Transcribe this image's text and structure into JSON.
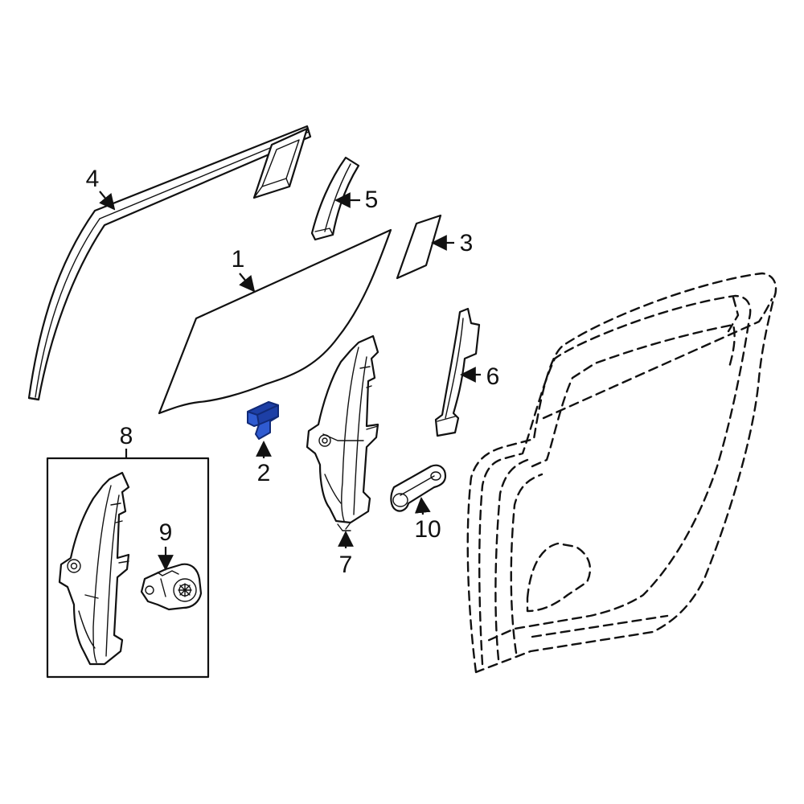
{
  "diagram": {
    "highlight_color": "#2f5bd1",
    "callouts": {
      "c1": "1",
      "c2": "2",
      "c3": "3",
      "c4": "4",
      "c5": "5",
      "c6": "6",
      "c7": "7",
      "c8": "8",
      "c9": "9",
      "c10": "10"
    }
  }
}
